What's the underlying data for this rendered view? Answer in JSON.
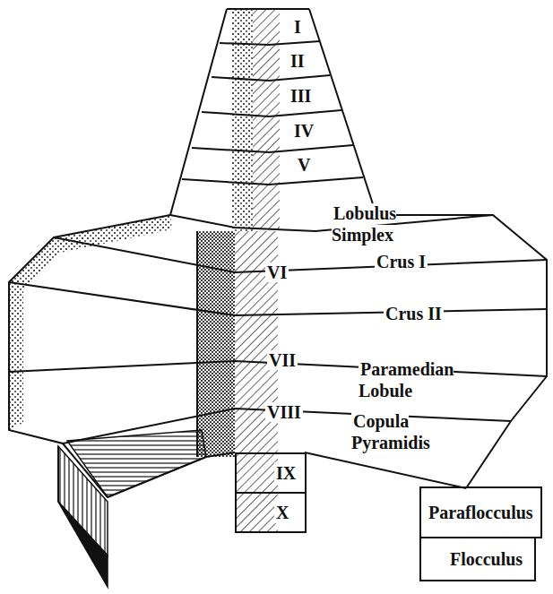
{
  "diagram": {
    "nodes": [
      {
        "text": [
          "IX"
        ]
      },
      {
        "text": [
          "X"
        ]
      },
      {
        "text": [
          "Paraflocculus"
        ]
      },
      {
        "text": [
          "Flocculus"
        ]
      }
    ],
    "labels": [
      "I",
      "II",
      "III",
      "IV",
      "V",
      "Lobulus Simplex",
      "VI",
      "Crus I",
      "Crus II",
      "VII",
      "Paramedian Lobule",
      "VIII",
      "Copula Pyramidis"
    ]
  }
}
